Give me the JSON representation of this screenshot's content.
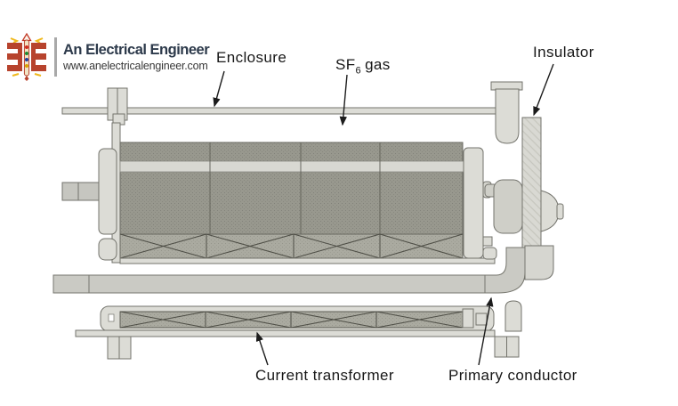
{
  "brand": {
    "title": "An Electrical Engineer",
    "website": "www.anelectricalengineer.com"
  },
  "labels": {
    "enclosure": "Enclosure",
    "sf6_prefix": "SF",
    "sf6_sub": "6",
    "sf6_suffix": "gas",
    "insulator": "Insulator",
    "current_transformer": "Current transformer",
    "primary_conductor": "Primary conductor"
  },
  "colors": {
    "brand_red": "#b7432d",
    "brand_yellow": "#efb91e",
    "brand_title": "#2d3a4b",
    "metal_light": "#dcdcd6",
    "metal_outline": "#73736c",
    "core_dark": "#98988e",
    "winding_band": "#aaaaa0",
    "label_text": "#171717"
  }
}
